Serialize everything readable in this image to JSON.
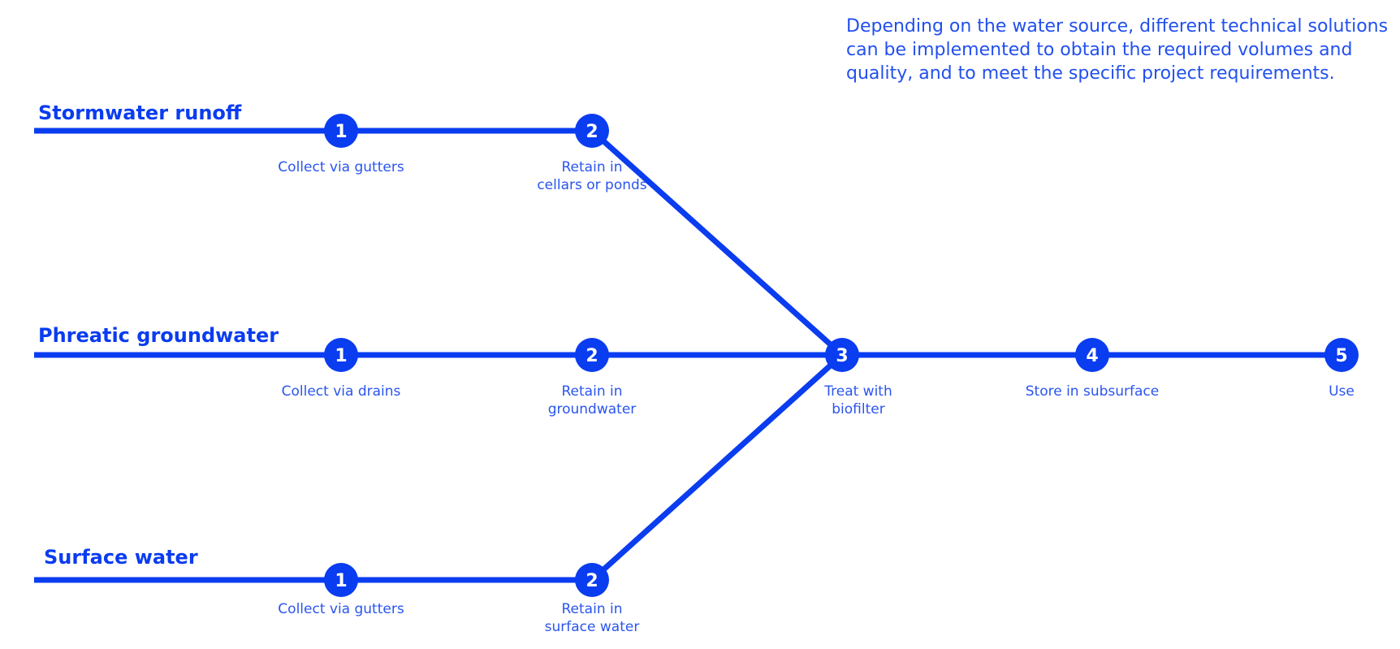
{
  "intro_text": "Depending on the water source, different technical solutions can be implemented to obtain the required volumes and quality, and to meet the specific project requirements.",
  "colors": {
    "accent": "#0a3cf0",
    "text": "#2a55ee",
    "background": "#ffffff"
  },
  "sources": [
    {
      "title": "Stormwater runoff",
      "steps": [
        {
          "number": "1",
          "label_lines": [
            "Collect via gutters"
          ]
        },
        {
          "number": "2",
          "label_lines": [
            "Retain in",
            "cellars or ponds"
          ]
        }
      ]
    },
    {
      "title": "Phreatic groundwater",
      "steps": [
        {
          "number": "1",
          "label_lines": [
            "Collect via drains"
          ]
        },
        {
          "number": "2",
          "label_lines": [
            "Retain in",
            "groundwater"
          ]
        }
      ]
    },
    {
      "title": "Surface water",
      "steps": [
        {
          "number": "1",
          "label_lines": [
            "Collect via gutters"
          ]
        },
        {
          "number": "2",
          "label_lines": [
            "Retain in",
            "surface water"
          ]
        }
      ]
    }
  ],
  "shared_steps": [
    {
      "number": "3",
      "label_lines": [
        "Treat with",
        "biofilter"
      ]
    },
    {
      "number": "4",
      "label_lines": [
        "Store in subsurface"
      ]
    },
    {
      "number": "5",
      "label_lines": [
        "Use"
      ]
    }
  ]
}
